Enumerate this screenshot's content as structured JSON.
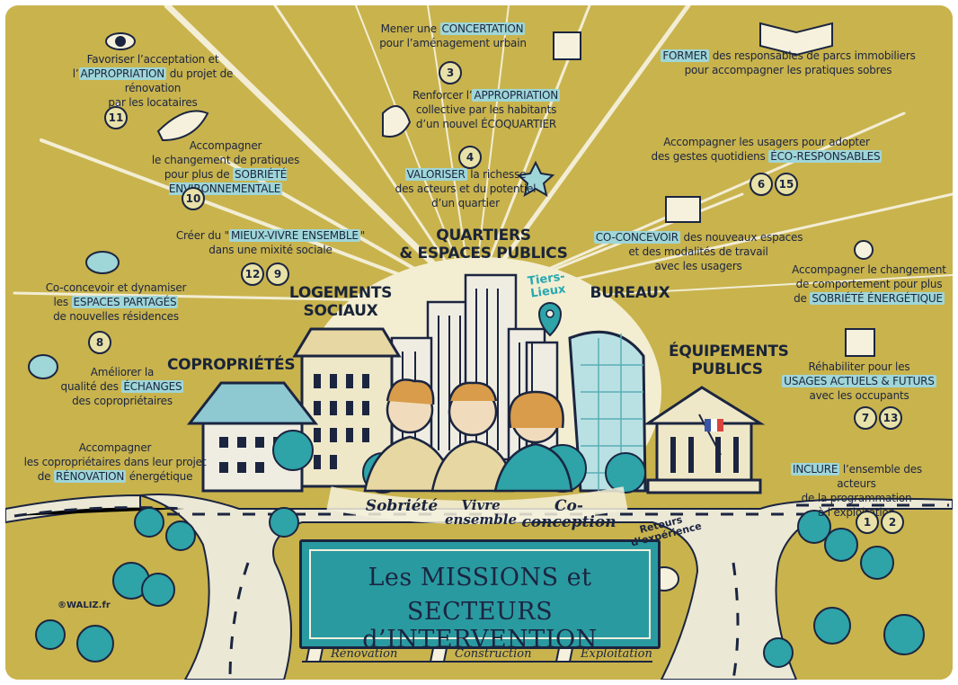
{
  "title": {
    "line1": "Les MISSIONS et",
    "line2": "SECTEURS d’INTERVENTION"
  },
  "sectors": {
    "quartiers": "QUARTIERS\n& ESPACES PUBLICS",
    "logements": "LOGEMENTS\nSOCIAUX",
    "bureaux": "BUREAUX",
    "coproprietes": "COPROPRIÉTÉS",
    "equipements": "ÉQUIPEMENTS\nPUBLICS",
    "tiers_lieux": "Tiers-\nLieux"
  },
  "values": {
    "sobriete": "Sobriété",
    "vivre": "Vivre\nensemble",
    "coconception": "Co-conception"
  },
  "phases": {
    "renovation": "Rénovation",
    "construction": "Construction",
    "exploitation": "Exploitation"
  },
  "retours": "Retours\nd’expérience",
  "credit": "®WALIZ.fr",
  "missions": {
    "m11": {
      "pre": "Favoriser l’acceptation et\nl’",
      "hl": "APPROPRIATION",
      "post": " du projet de rénovation\npar les locataires",
      "badges": [
        "11"
      ]
    },
    "m3": {
      "pre": "Mener une ",
      "hl": "CONCERTATION",
      "post": "\npour l’aménagement urbain",
      "badges": [
        "3"
      ]
    },
    "m4": {
      "pre": "Renforcer l’",
      "hl": "APPROPRIATION",
      "post": "\ncollective par les habitants\nd’un nouvel ÉCOQUARTIER",
      "badges": [
        "4"
      ]
    },
    "m_former": {
      "pre": "",
      "hl": "FORMER",
      "post": " des responsables de parcs immobiliers\npour accompagner les pratiques sobres",
      "badges": []
    },
    "m10": {
      "pre": "Accompagner\nle changement de pratiques\npour plus de ",
      "hl": "SOBRIÉTÉ ENVIRONNEMENTALE",
      "post": "",
      "badges": [
        "10"
      ]
    },
    "m_valoriser": {
      "pre": "",
      "hl": "VALORISER",
      "post": " la richesse\ndes acteurs et du potentiel\nd’un quartier",
      "badges": []
    },
    "m6_15": {
      "pre": "Accompagner les usagers pour adopter\ndes gestes quotidiens ",
      "hl": "ÉCO-RESPONSABLES",
      "post": "",
      "badges": [
        "6",
        "15"
      ]
    },
    "m12_9": {
      "pre": "Créer du \"",
      "hl": "MIEUX-VIVRE ENSEMBLE",
      "post": "\"\ndans une mixité sociale",
      "badges": [
        "12",
        "9"
      ]
    },
    "m_coconcevoir_bureaux": {
      "pre": "",
      "hl": "CO-CONCEVOIR",
      "post": " des nouveaux espaces\net des modalités de travail\navec les usagers",
      "badges": []
    },
    "m8": {
      "pre": "Co-concevoir et dynamiser\nles ",
      "hl": "ESPACES PARTAGÉS",
      "post": "\nde nouvelles résidences",
      "badges": [
        "8"
      ]
    },
    "m_energie": {
      "pre": "Accompagner le changement\nde comportement pour plus\nde ",
      "hl": "SOBRIÉTÉ ÉNERGÉTIQUE",
      "post": "",
      "badges": []
    },
    "m_echanges": {
      "pre": "Améliorer la\nqualité des ",
      "hl": "ÉCHANGES",
      "post": "\ndes copropriétaires",
      "badges": []
    },
    "m7_13": {
      "pre": "Réhabiliter pour les\n",
      "hl": "USAGES ACTUELS & FUTURS",
      "post": "\navec les occupants",
      "badges": [
        "7",
        "13"
      ]
    },
    "m_renovation": {
      "pre": "Accompagner\nles copropriétaires dans leur projet\nde ",
      "hl": "RÉNOVATION",
      "post": " énergétique",
      "badges": []
    },
    "m1_2": {
      "pre": "",
      "hl": "INCLURE",
      "post": " l’ensemble des acteurs\nde la programmation\nà l’exploitation",
      "badges": [
        "1",
        "2"
      ]
    }
  },
  "colors": {
    "background": "#c9b34d",
    "accent_teal": "#2a9aa1",
    "highlight": "#9fd6d8",
    "ink": "#1b2540",
    "tree": "#2ea3a8",
    "road": "#e9e7d8"
  }
}
